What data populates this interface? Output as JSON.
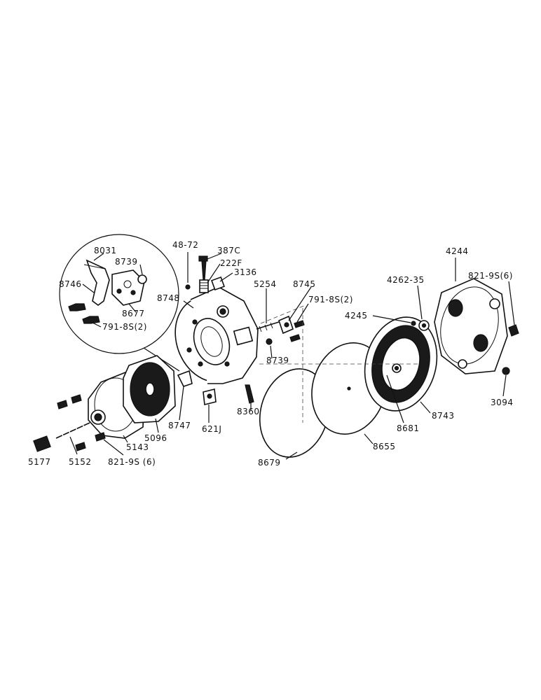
{
  "parts": [
    {
      "id": "p8031",
      "label": "8031"
    },
    {
      "id": "p8739a",
      "label": "8739"
    },
    {
      "id": "p8746",
      "label": "8746"
    },
    {
      "id": "p8677",
      "label": "8677"
    },
    {
      "id": "p791a",
      "label": "791-8S(2)"
    },
    {
      "id": "p4872",
      "label": "48-72"
    },
    {
      "id": "p387c",
      "label": "387C"
    },
    {
      "id": "p222f",
      "label": "222F"
    },
    {
      "id": "p3136",
      "label": "3136"
    },
    {
      "id": "p8748",
      "label": "8748"
    },
    {
      "id": "p5254",
      "label": "5254"
    },
    {
      "id": "p8745",
      "label": "8745"
    },
    {
      "id": "p791b",
      "label": "791-8S(2)"
    },
    {
      "id": "p8739b",
      "label": "8739"
    },
    {
      "id": "p8360",
      "label": "8360"
    },
    {
      "id": "p621j",
      "label": "621J"
    },
    {
      "id": "p8747",
      "label": "8747"
    },
    {
      "id": "p5096",
      "label": "5096"
    },
    {
      "id": "p5143",
      "label": "5143"
    },
    {
      "id": "p5177",
      "label": "5177"
    },
    {
      "id": "p5152",
      "label": "5152"
    },
    {
      "id": "p821a",
      "label": "821-9S (6)"
    },
    {
      "id": "p4244",
      "label": "4244"
    },
    {
      "id": "p426235",
      "label": "4262-35"
    },
    {
      "id": "p821b",
      "label": "821-9S(6)"
    },
    {
      "id": "p4245",
      "label": "4245"
    },
    {
      "id": "p3094",
      "label": "3094"
    },
    {
      "id": "p8743",
      "label": "8743"
    },
    {
      "id": "p8681",
      "label": "8681"
    },
    {
      "id": "p8655",
      "label": "8655"
    },
    {
      "id": "p8679",
      "label": "8679"
    }
  ]
}
